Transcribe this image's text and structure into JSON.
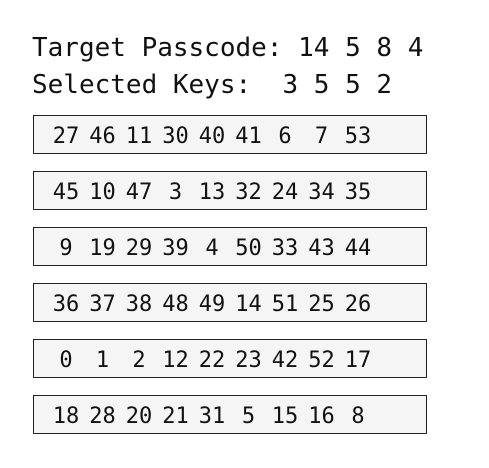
{
  "header": {
    "target_label": "Target Passcode:",
    "target_digits": [
      "14",
      "5",
      "8",
      "4"
    ],
    "selected_label": "Selected Keys:",
    "selected_digits": [
      "3",
      "5",
      "5",
      "2"
    ]
  },
  "keypad": {
    "rows": [
      [
        "27",
        "46",
        "11",
        "30",
        "40",
        "41",
        "6",
        "7",
        "53"
      ],
      [
        "45",
        "10",
        "47",
        "3",
        "13",
        "32",
        "24",
        "34",
        "35"
      ],
      [
        "9",
        "19",
        "29",
        "39",
        "4",
        "50",
        "33",
        "43",
        "44"
      ],
      [
        "36",
        "37",
        "38",
        "48",
        "49",
        "14",
        "51",
        "25",
        "26"
      ],
      [
        "0",
        "1",
        "2",
        "12",
        "22",
        "23",
        "42",
        "52",
        "17"
      ],
      [
        "18",
        "28",
        "20",
        "21",
        "31",
        "5",
        "15",
        "16",
        "8"
      ]
    ]
  }
}
